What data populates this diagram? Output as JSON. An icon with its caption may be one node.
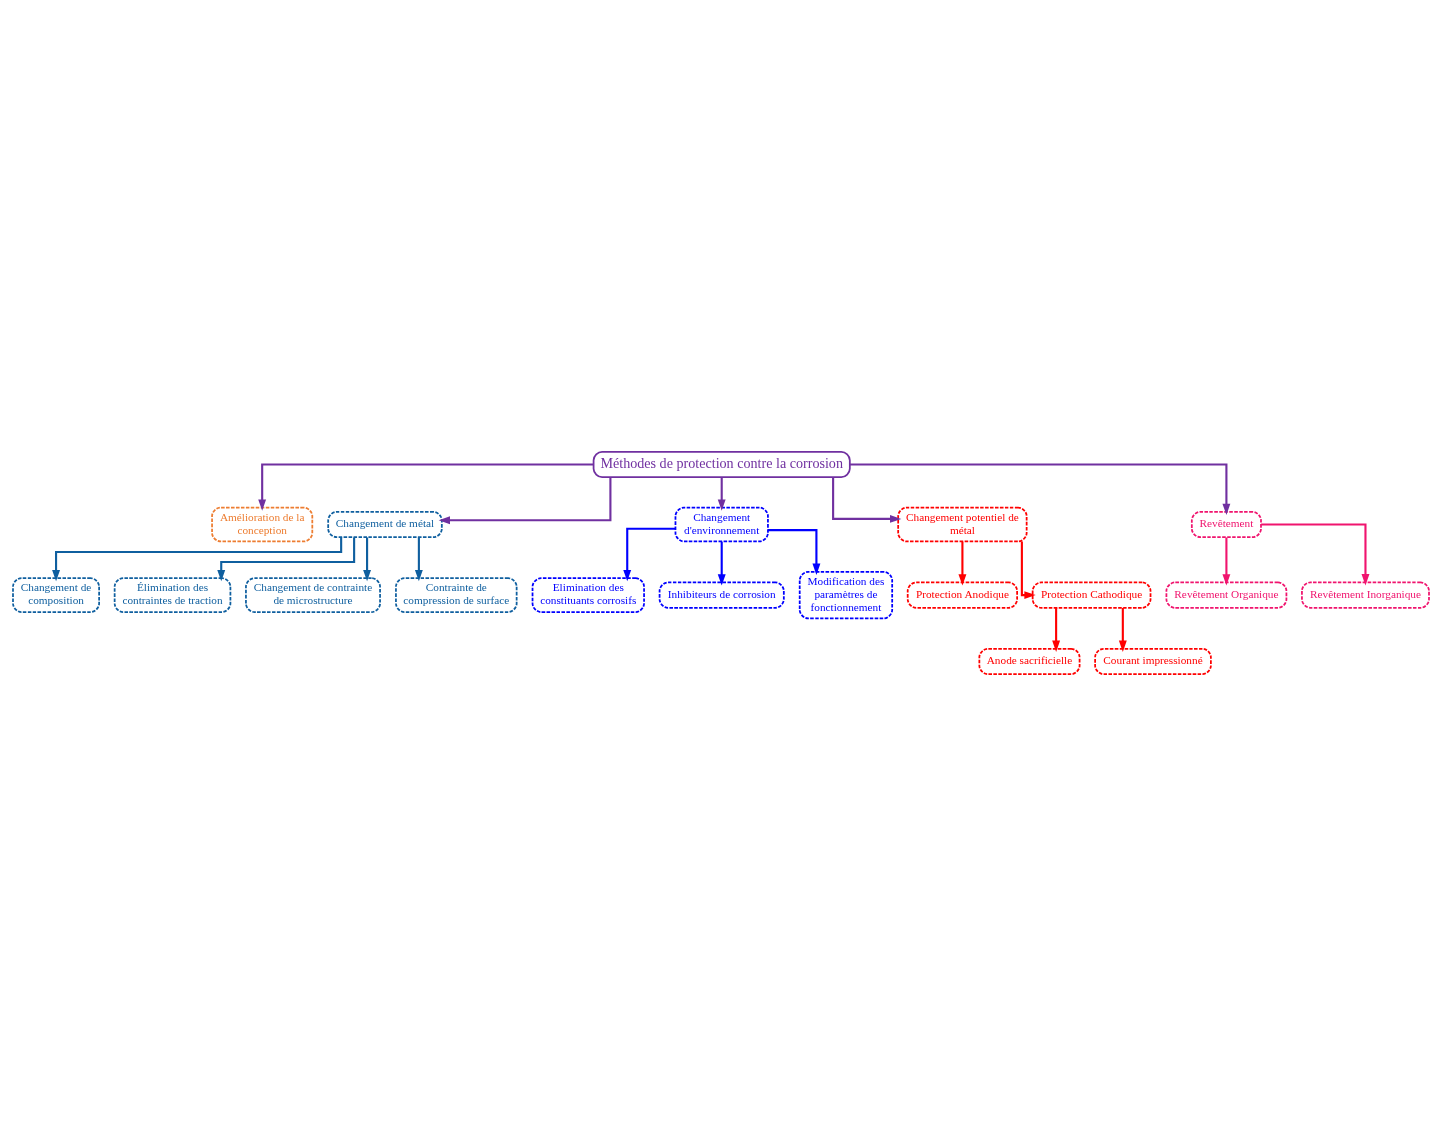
{
  "diagram": {
    "nodes": [
      {
        "text": [
          "Méthodes de protection contre la corrosion"
        ]
      },
      {
        "text": [
          "Amélioration de la conception"
        ]
      },
      {
        "text": [
          "Changement de métal"
        ]
      },
      {
        "text": [
          "Changement d'environnement"
        ]
      },
      {
        "text": [
          "Changement potentiel de métal"
        ]
      },
      {
        "text": [
          "Revêtement"
        ]
      },
      {
        "text": [
          "Changement de composition"
        ]
      },
      {
        "text": [
          "Élimination des contraintes de traction"
        ]
      },
      {
        "text": [
          "Changement de contrainte de microstructure"
        ]
      },
      {
        "text": [
          "Contrainte de compression de surface"
        ]
      },
      {
        "text": [
          "Protection Anodique"
        ]
      },
      {
        "text": [
          "Protection Cathodique"
        ]
      },
      {
        "text": [
          "Anode sacrificielle"
        ]
      },
      {
        "text": [
          "Courant impressionné"
        ]
      },
      {
        "text": [
          "Revêtement Organique"
        ]
      },
      {
        "text": [
          "Revêtement Inorganique"
        ]
      },
      {
        "text": [
          "Elimination des constituants corrosifs"
        ]
      },
      {
        "text": [
          "Inhibiteurs de corrosion"
        ]
      },
      {
        "text": [
          "Modification des paramètres de fonctionnement"
        ]
      }
    ],
    "edges": [
      {
        "from": 0,
        "to": 1,
        "arrow": "to"
      },
      {
        "from": 0,
        "to": 2,
        "arrow": "to"
      },
      {
        "from": 0,
        "to": 3,
        "arrow": "to"
      },
      {
        "from": 0,
        "to": 4,
        "arrow": "to"
      },
      {
        "from": 0,
        "to": 5,
        "arrow": "to"
      },
      {
        "from": 2,
        "to": 6,
        "arrow": "to",
        "color": "#0f5f9f"
      },
      {
        "from": 2,
        "to": 7,
        "arrow": "to",
        "color": "#0f5f9f"
      },
      {
        "from": 2,
        "to": 8,
        "arrow": "to",
        "color": "#0f5f9f"
      },
      {
        "from": 2,
        "to": 9,
        "arrow": "to",
        "color": "#0f5f9f"
      },
      {
        "from": 4,
        "to": 10,
        "arrow": "to",
        "color": "#ff0000"
      },
      {
        "from": 4,
        "to": 11,
        "arrow": "to",
        "color": "#ff0000"
      },
      {
        "from": 11,
        "to": 12,
        "arrow": "to",
        "color": "#ff0000"
      },
      {
        "from": 11,
        "to": 13,
        "arrow": "to",
        "color": "#ff0000"
      },
      {
        "from": 5,
        "to": 14,
        "arrow": "to",
        "color": "#f0146e"
      },
      {
        "from": 5,
        "to": 15,
        "arrow": "to",
        "color": "#f0146e"
      },
      {
        "from": 3,
        "to": 16,
        "arrow": "to",
        "color": "#0000ff"
      },
      {
        "from": 3,
        "to": 17,
        "arrow": "to",
        "color": "#0000ff"
      },
      {
        "from": 3,
        "to": 18,
        "arrow": "to",
        "color": "#0000ff"
      }
    ]
  }
}
